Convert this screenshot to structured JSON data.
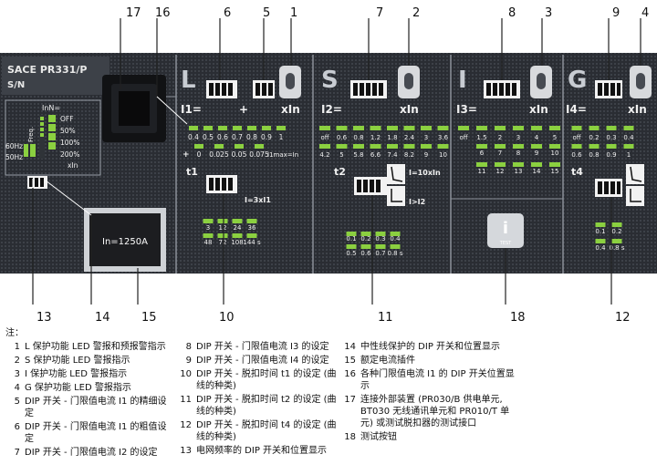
{
  "panel": {
    "brand": "SACE PR331/P",
    "sn": "S/N",
    "inn": "InN=",
    "freq": "Freq.",
    "off": "OFF",
    "p50": "50%",
    "p100": "100%",
    "p200": "200%",
    "xin": "xIn",
    "hz60": "60Hz",
    "hz50": "50Hz",
    "in_rating": "In=1250A",
    "sections": {
      "L": {
        "letter": "L",
        "i1": "I1=",
        "plus": "+",
        "xin": "xIn",
        "row1": [
          "0.4",
          "0.5",
          "0.6",
          "0.7",
          "0.8",
          "0.9",
          "1"
        ],
        "row2_plus": "+",
        "row2": [
          "0",
          "0.025",
          "0.05",
          "0.075"
        ],
        "i1max": "I1max=In",
        "t1": "t1",
        "i3xi1": "I=3xI1",
        "t1row1": [
          "3",
          "12",
          "24",
          "36"
        ],
        "t1row2": [
          "48",
          "72",
          "108",
          "144 s"
        ]
      },
      "S": {
        "letter": "S",
        "i2": "I2=",
        "xin": "xIn",
        "row1": [
          "off",
          "0.6",
          "0.8",
          "1.2",
          "1.8",
          "2.4",
          "3",
          "3.6"
        ],
        "row2": [
          "4.2",
          "5",
          "5.8",
          "6.6",
          "7.4",
          "8.2",
          "9",
          "10"
        ],
        "t2": "t2",
        "i10": "I=10xIn",
        "igt": "I>I2",
        "t2row1": [
          "0.1",
          "0.2",
          "0.3",
          "0.4"
        ],
        "t2row2": [
          "0.5",
          "0.6",
          "0.7",
          "0.8 s"
        ]
      },
      "I": {
        "letter": "I",
        "i3": "I3=",
        "xin": "xIn",
        "row1": [
          "off",
          "1.5",
          "2",
          "3",
          "4",
          "5"
        ],
        "row2": [
          "6",
          "7",
          "8",
          "9",
          "10"
        ],
        "row3": [
          "11",
          "12",
          "13",
          "14",
          "15"
        ]
      },
      "G": {
        "letter": "G",
        "i4": "I4=",
        "xin": "xIn",
        "row1": [
          "off",
          "0.2",
          "0.3",
          "0.4"
        ],
        "row2": [
          "0.6",
          "0.8",
          "0.9",
          "1"
        ],
        "t4": "t4",
        "t4row1": [
          "0.1",
          "0.2"
        ],
        "t4row2": [
          "0.4",
          "0.8 s"
        ]
      }
    },
    "test": "TEST"
  },
  "callouts": {
    "top": [
      "17",
      "16",
      "6",
      "5",
      "1",
      "7",
      "2",
      "8",
      "3",
      "9",
      "4"
    ],
    "bottom": [
      "13",
      "14",
      "15",
      "10",
      "11",
      "18",
      "12"
    ]
  },
  "notes": {
    "header": "注：",
    "items": [
      {
        "n": "1",
        "t": "L 保护功能 LED 警报和预报警指示"
      },
      {
        "n": "2",
        "t": "S 保护功能 LED 警报指示"
      },
      {
        "n": "3",
        "t": "I 保护功能 LED 警报指示"
      },
      {
        "n": "4",
        "t": "G 保护功能 LED 警报指示"
      },
      {
        "n": "5",
        "t": "DIP 开关 - 门限值电流 I1 的精细设定"
      },
      {
        "n": "6",
        "t": "DIP 开关 - 门限值电流 I1 的粗值设定"
      },
      {
        "n": "7",
        "t": "DIP 开关 - 门限值电流 I2 的设定"
      },
      {
        "n": "8",
        "t": "DIP 开关 - 门限值电流 I3 的设定"
      },
      {
        "n": "9",
        "t": "DIP 开关 - 门限值电流 I4 的设定"
      },
      {
        "n": "10",
        "t": "DIP 开关 - 脱扣时间 t1 的设定 (曲线的种类)"
      },
      {
        "n": "11",
        "t": "DIP 开关 - 脱扣时间 t2 的设定 (曲线的种类)"
      },
      {
        "n": "12",
        "t": "DIP 开关 - 脱扣时间 t4 的设定 (曲线的种类)"
      },
      {
        "n": "13",
        "t": "电网频率的 DIP 开关和位置显示"
      },
      {
        "n": "14",
        "t": "中性线保护的 DIP 开关和位置显示"
      },
      {
        "n": "15",
        "t": "额定电流插件"
      },
      {
        "n": "16",
        "t": "各种门限值电流 I1 的 DIP 开关位置显示"
      },
      {
        "n": "17",
        "t": "连接外部装置 (PR030/B 供电单元, BT030 无线通讯单元和 PR010/T 单元) 或测试脱扣器的测试接口"
      },
      {
        "n": "18",
        "t": "测试按钮"
      }
    ]
  }
}
